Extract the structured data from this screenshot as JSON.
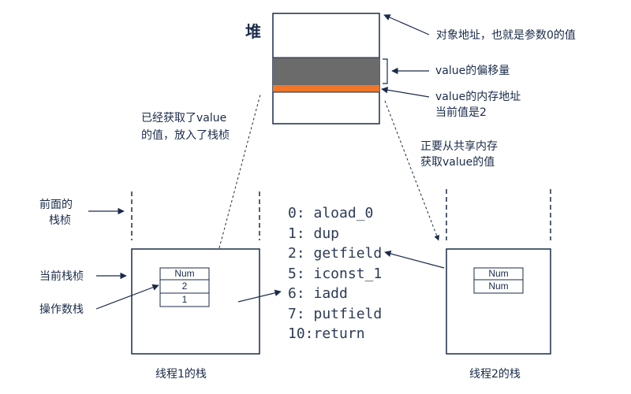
{
  "heap": {
    "title": "堆",
    "colors": {
      "offset_band": "#6b6b6b",
      "address_band": "#f07628",
      "stroke": "#1a2b4a"
    }
  },
  "annotations": {
    "object_address": "对象地址，也就是参数0的值",
    "value_offset": "value的偏移量",
    "value_address_line1": "value的内存地址",
    "value_address_line2": "当前值是2",
    "fetched_line1": "已经获取了value",
    "fetched_line2": "的值，放入了栈桢",
    "fetching_line1": "正要从共享内存",
    "fetching_line2": "获取value的值",
    "previous_frame_line1": "前面的",
    "previous_frame_line2": "栈桢",
    "current_frame": "当前栈桢",
    "operand_stack": "操作数栈"
  },
  "thread1": {
    "caption": "线程1的栈",
    "operand_stack": [
      "Num",
      "2",
      "1"
    ]
  },
  "thread2": {
    "caption": "线程2的栈",
    "operand_stack": [
      "Num",
      "Num"
    ]
  },
  "bytecode": [
    "0: aload_0",
    "1: dup",
    "2: getfield",
    "5: iconst_1",
    "6: iadd",
    "7: putfield",
    "10:return"
  ]
}
